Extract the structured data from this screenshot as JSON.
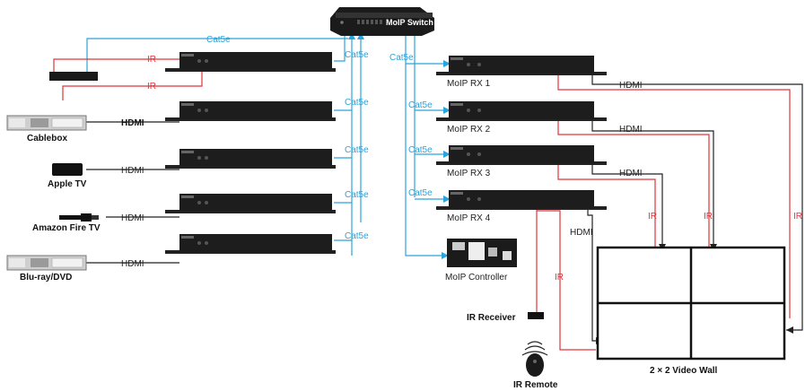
{
  "switch": {
    "label": "MoIP Switch"
  },
  "sources": {
    "cablebox": "Cablebox",
    "apple_tv": "Apple TV",
    "fire_tv": "Amazon Fire TV",
    "bluray": "Blu-ray/DVD"
  },
  "receivers": [
    "MoIP RX 1",
    "MoIP RX 2",
    "MoIP RX 3",
    "MoIP RX 4"
  ],
  "controller": {
    "label": "MoIP Controller"
  },
  "ir_receiver": {
    "label": "IR Receiver"
  },
  "ir_remote": {
    "label": "IR Remote"
  },
  "video_wall": {
    "label": "2 × 2 Video Wall"
  },
  "cables": {
    "cat5e": "Cat5e",
    "hdmi": "HDMI",
    "ir": "IR"
  },
  "colors": {
    "cat5e": "#2aa4dc",
    "ir": "#e0343a",
    "hdmi": "#222222"
  }
}
